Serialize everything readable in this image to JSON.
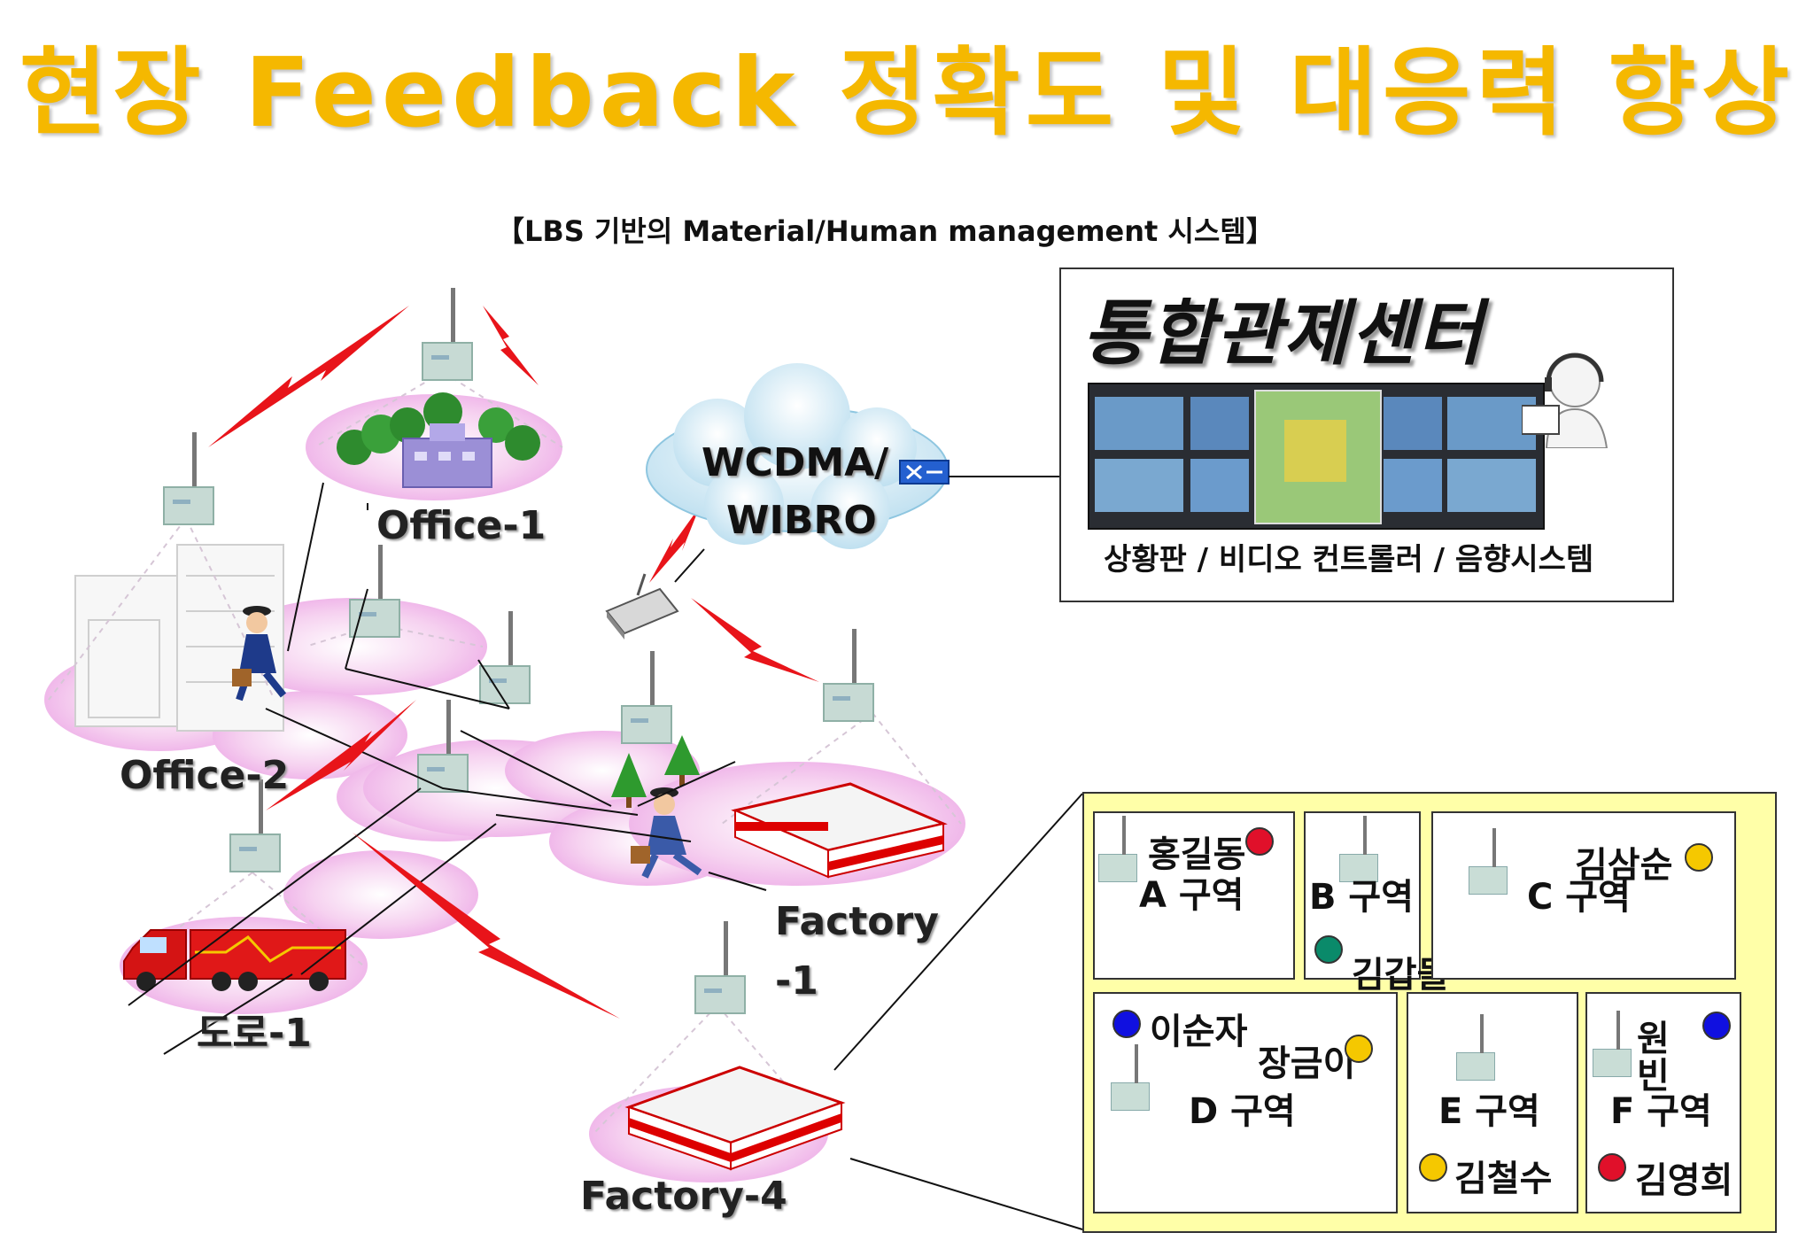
{
  "title": "현장 Feedback 정확도 및 대응력 향상",
  "subtitle": "【LBS 기반의 Material/Human management 시스템】",
  "network": {
    "office1": "Office-1",
    "office2": "Office-2",
    "factory1_line1": "Factory",
    "factory1_line2": "-1",
    "road1": "도로-1",
    "factory4": "Factory-4",
    "cloud_line1": "WCDMA/",
    "cloud_line2": "WIBRO"
  },
  "control_center": {
    "title": "통합관제센터",
    "caption": "상황판 / 비디오 컨트롤러 / 음향시스템"
  },
  "zones": {
    "a": {
      "name": "A 구역",
      "person": "홍길동"
    },
    "b": {
      "name": "B 구역",
      "person": "김갑돌"
    },
    "c": {
      "name": "C 구역",
      "person": "김삼순"
    },
    "d": {
      "name": "D 구역",
      "person1": "이순자",
      "person2": "장금이"
    },
    "e": {
      "name": "E 구역",
      "person": "김철수"
    },
    "f": {
      "name": "F 구역",
      "person1_line1": "원",
      "person1_line2": "빈",
      "person2": "김영희"
    }
  },
  "colors": {
    "title": "#f5b800",
    "lightning": "#e8141a",
    "coverage": "#f6c8f0",
    "zone_panel": "#ffffa8",
    "dot_red": "#e0102a",
    "dot_yellow": "#f5c800",
    "dot_blue": "#1010e0",
    "dot_teal": "#0a8a6a"
  }
}
